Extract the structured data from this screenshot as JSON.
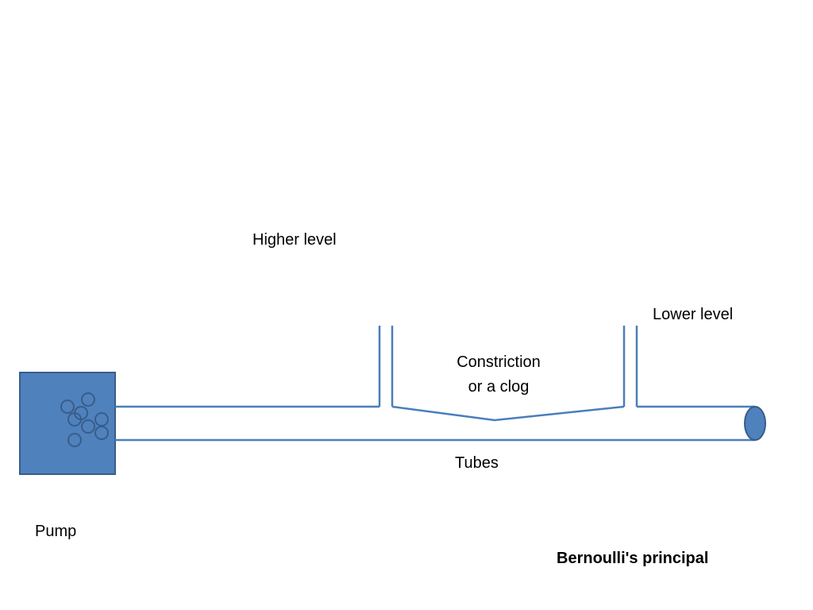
{
  "labels": {
    "higher_level": "Higher level",
    "lower_level": "Lower level",
    "constriction_line1": "Constriction",
    "constriction_line2": "or a clog",
    "tubes": "Tubes",
    "pump": "Pump",
    "title": "Bernoulli's principal"
  },
  "colors": {
    "pipe_stroke": "#4a7ebb",
    "pump_fill": "#4f81bd",
    "pump_border": "#385d8a",
    "outlet_fill": "#4f81bd",
    "text": "#000000"
  },
  "icons": {
    "pump": "pump-box-with-bubbles",
    "outlet": "pipe-outlet-ellipse"
  }
}
